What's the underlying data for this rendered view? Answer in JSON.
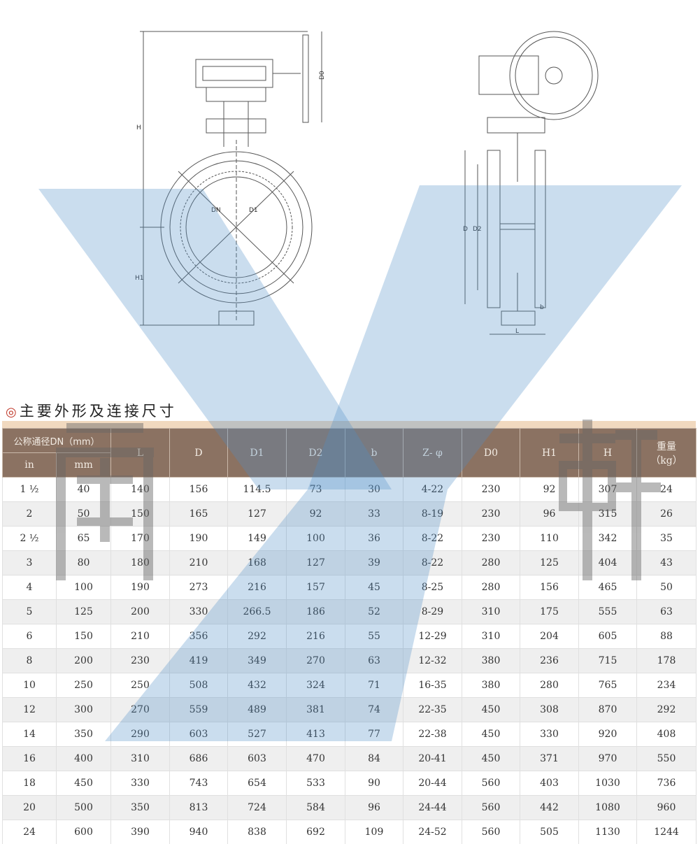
{
  "drawing_labels": {
    "H": "H",
    "D0": "D0",
    "H1": "H1",
    "DN": "DN",
    "D1": "D1",
    "D": "D",
    "D2": "D2",
    "L": "L",
    "b": "b"
  },
  "section_title": "主要外形及连接尺寸",
  "section_mark": "◎",
  "table": {
    "header_group": "公称通径DN（mm）",
    "sub_in": "in",
    "sub_mm": "mm",
    "columns": [
      "L",
      "D",
      "D1",
      "D2",
      "b",
      "Z- φ",
      "D0",
      "H1",
      "H"
    ],
    "weight_label": "重量",
    "weight_unit": "（kg）",
    "rows": [
      [
        "1 ½",
        "40",
        "140",
        "156",
        "114.5",
        "73",
        "30",
        "4-22",
        "230",
        "92",
        "307",
        "24"
      ],
      [
        "2",
        "50",
        "150",
        "165",
        "127",
        "92",
        "33",
        "8-19",
        "230",
        "96",
        "315",
        "26"
      ],
      [
        "2 ½",
        "65",
        "170",
        "190",
        "149",
        "100",
        "36",
        "8-22",
        "230",
        "110",
        "342",
        "35"
      ],
      [
        "3",
        "80",
        "180",
        "210",
        "168",
        "127",
        "39",
        "8-22",
        "280",
        "125",
        "404",
        "43"
      ],
      [
        "4",
        "100",
        "190",
        "273",
        "216",
        "157",
        "45",
        "8-25",
        "280",
        "156",
        "465",
        "50"
      ],
      [
        "5",
        "125",
        "200",
        "330",
        "266.5",
        "186",
        "52",
        "8-29",
        "310",
        "175",
        "555",
        "63"
      ],
      [
        "6",
        "150",
        "210",
        "356",
        "292",
        "216",
        "55",
        "12-29",
        "310",
        "204",
        "605",
        "88"
      ],
      [
        "8",
        "200",
        "230",
        "419",
        "349",
        "270",
        "63",
        "12-32",
        "380",
        "236",
        "715",
        "178"
      ],
      [
        "10",
        "250",
        "250",
        "508",
        "432",
        "324",
        "71",
        "16-35",
        "380",
        "280",
        "765",
        "234"
      ],
      [
        "12",
        "300",
        "270",
        "559",
        "489",
        "381",
        "74",
        "22-35",
        "450",
        "308",
        "870",
        "292"
      ],
      [
        "14",
        "350",
        "290",
        "603",
        "527",
        "413",
        "77",
        "22-38",
        "450",
        "330",
        "920",
        "408"
      ],
      [
        "16",
        "400",
        "310",
        "686",
        "603",
        "470",
        "84",
        "20-41",
        "450",
        "371",
        "970",
        "550"
      ],
      [
        "18",
        "450",
        "330",
        "743",
        "654",
        "533",
        "90",
        "20-44",
        "560",
        "403",
        "1030",
        "736"
      ],
      [
        "20",
        "500",
        "350",
        "813",
        "724",
        "584",
        "96",
        "24-44",
        "560",
        "442",
        "1080",
        "960"
      ],
      [
        "24",
        "600",
        "390",
        "940",
        "838",
        "692",
        "109",
        "24-52",
        "560",
        "505",
        "1130",
        "1244"
      ]
    ]
  },
  "watermark": "禹轩"
}
